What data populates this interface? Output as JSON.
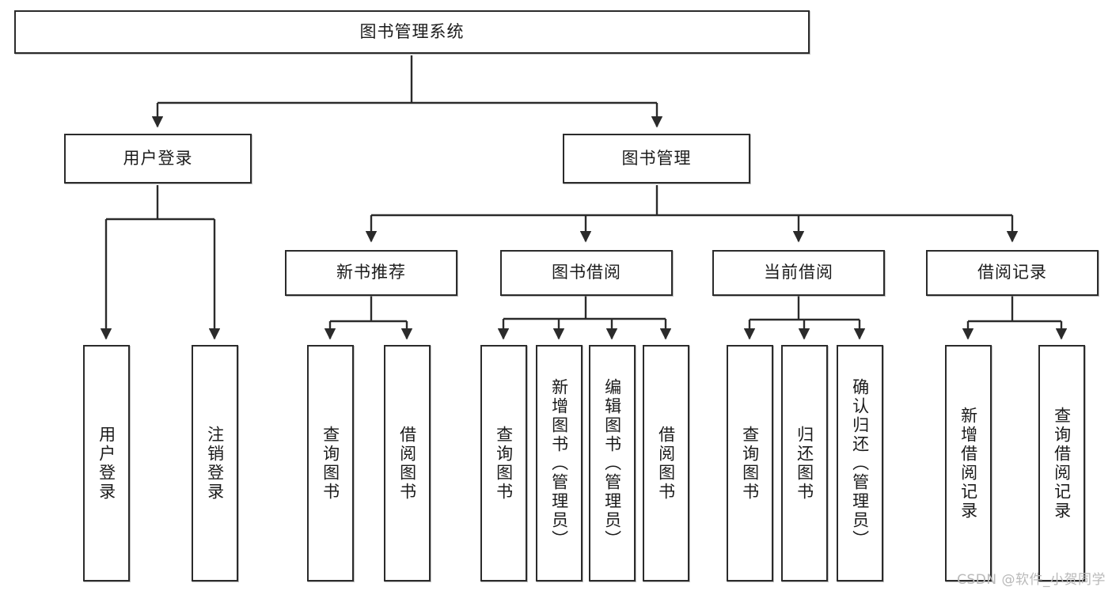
{
  "diagram": {
    "type": "tree-hierarchy",
    "title": "图书管理系统",
    "watermark": "CSDN @软件_小贺同学",
    "colors": {
      "stroke": "#2b2b2b",
      "fill": "#ffffff",
      "text": "#1b1b1b",
      "watermark": "#b9b9b9"
    },
    "levels": {
      "root": {
        "label": "图书管理系统"
      },
      "level2": [
        {
          "id": "user-login",
          "label": "用户登录"
        },
        {
          "id": "book-management",
          "label": "图书管理"
        }
      ],
      "level3": [
        {
          "id": "new-book-recommend",
          "label": "新书推荐"
        },
        {
          "id": "book-borrow",
          "label": "图书借阅"
        },
        {
          "id": "current-borrow",
          "label": "当前借阅"
        },
        {
          "id": "borrow-record",
          "label": "借阅记录"
        }
      ],
      "leaves": {
        "user-login": [
          {
            "id": "leaf-user-login",
            "label": "用户登录"
          },
          {
            "id": "leaf-logout-login",
            "label": "注销登录"
          }
        ],
        "new-book-recommend": [
          {
            "id": "leaf-query-book-1",
            "label": "查询图书"
          },
          {
            "id": "leaf-borrow-book-1",
            "label": "借阅图书"
          }
        ],
        "book-borrow": [
          {
            "id": "leaf-query-book-2",
            "label": "查询图书"
          },
          {
            "id": "leaf-add-book",
            "label": "新增图书（管理员）"
          },
          {
            "id": "leaf-edit-book",
            "label": "编辑图书（管理员）"
          },
          {
            "id": "leaf-borrow-book-2",
            "label": "借阅图书"
          }
        ],
        "current-borrow": [
          {
            "id": "leaf-query-book-3",
            "label": "查询图书"
          },
          {
            "id": "leaf-return-book",
            "label": "归还图书"
          },
          {
            "id": "leaf-confirm-return",
            "label": "确认归还（管理员）"
          }
        ],
        "borrow-record": [
          {
            "id": "leaf-add-record",
            "label": "新增借阅记录"
          },
          {
            "id": "leaf-query-record",
            "label": "查询借阅记录"
          }
        ]
      }
    }
  }
}
